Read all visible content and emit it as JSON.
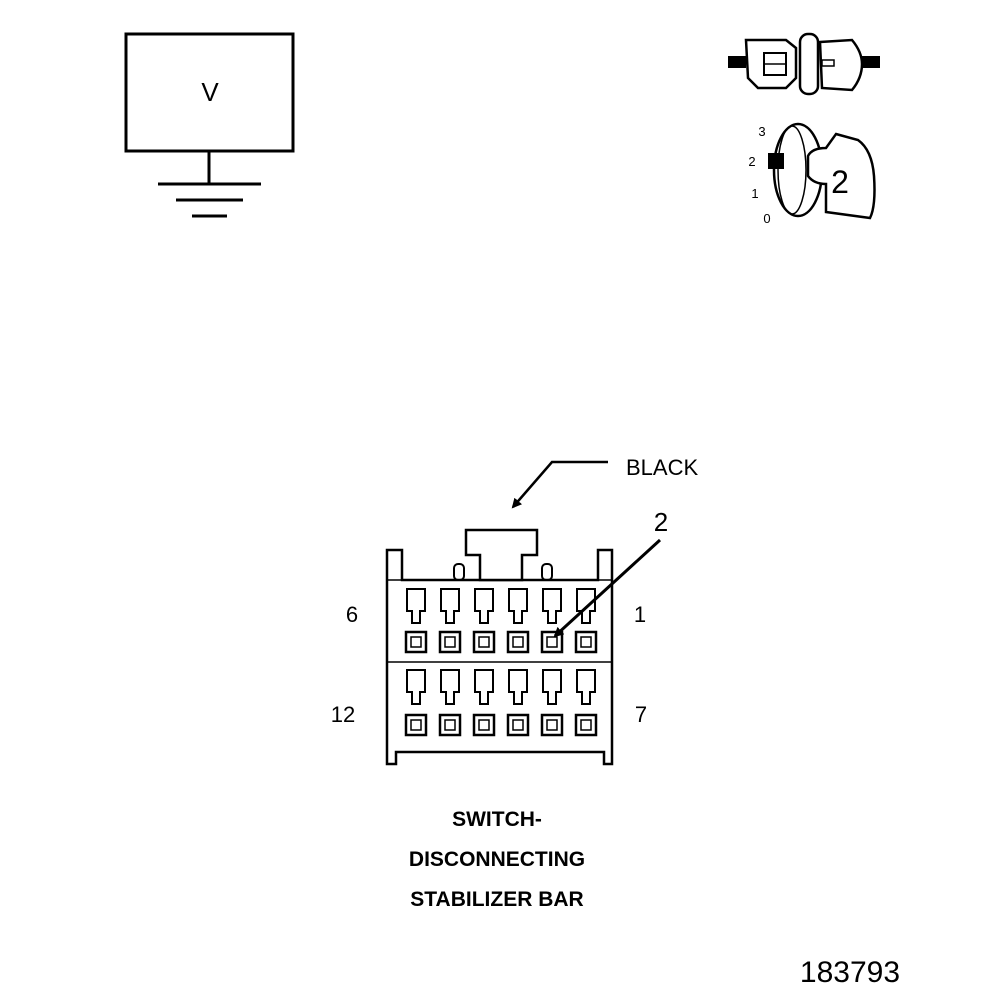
{
  "voltmeter": {
    "symbol": "V"
  },
  "key_switch": {
    "positions": [
      "3",
      "2",
      "1",
      "0"
    ],
    "selected": "2"
  },
  "connector": {
    "color_label": "BLACK",
    "pointer_label": "2",
    "pin_labels": {
      "top_left": "6",
      "top_right": "1",
      "bottom_left": "12",
      "bottom_right": "7"
    },
    "title_lines": [
      "SWITCH-",
      "DISCONNECTING",
      "STABILIZER BAR"
    ]
  },
  "figure_number": "183793"
}
